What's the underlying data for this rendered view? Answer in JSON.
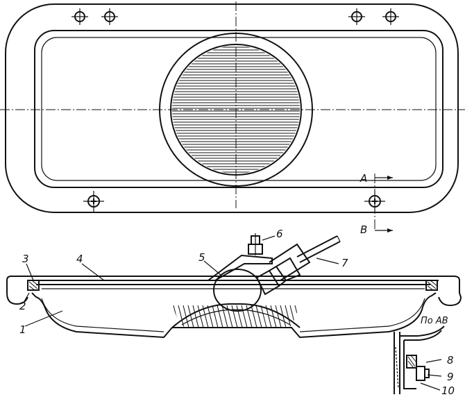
{
  "labels": {
    "callouts": [
      "1",
      "2",
      "3",
      "4",
      "5",
      "6",
      "7",
      "8",
      "9",
      "10"
    ],
    "section_a": "A",
    "section_b": "B",
    "detail_title": "По АВ"
  }
}
